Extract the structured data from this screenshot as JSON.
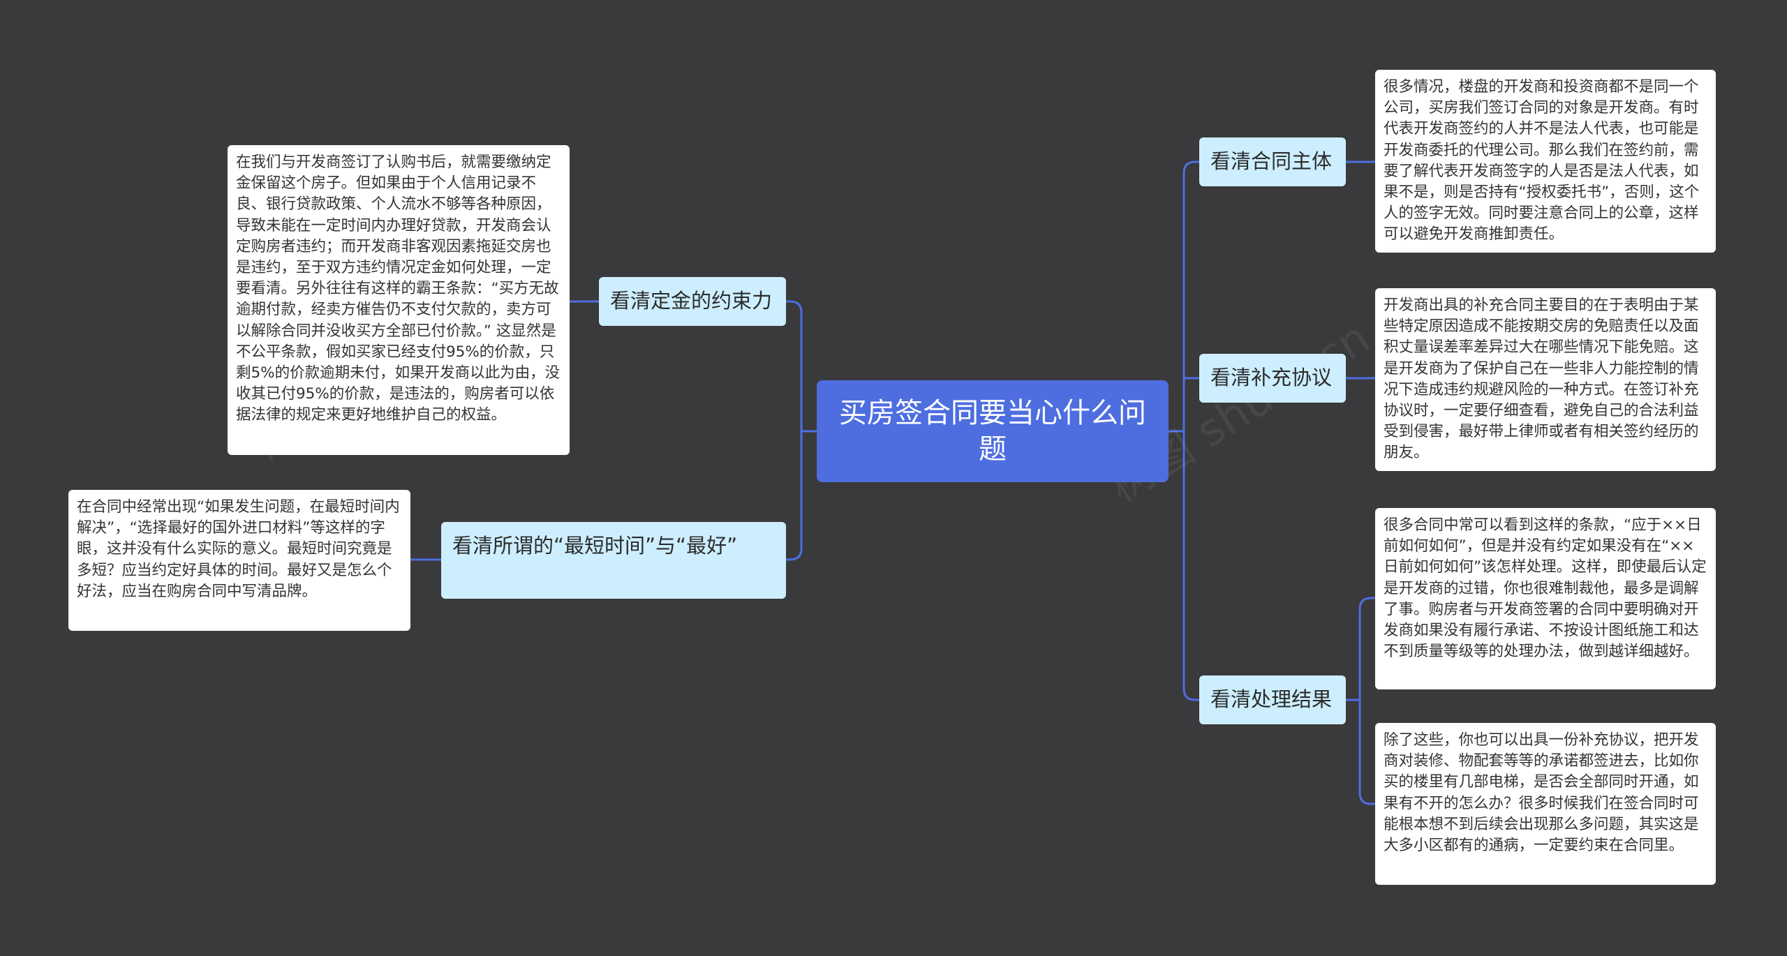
{
  "map": {
    "title": "买房签合同要当心什么问题",
    "branches": [
      {
        "label": "看清定金的约束力",
        "notes": [
          "在我们与开发商签订了认购书后，就需要缴纳定金保留这个房子。但如果由于个人信用记录不良、银行贷款政策、个人流水不够等各种原因，导致未能在一定时间内办理好贷款，开发商会认定购房者违约；而开发商非客观因素拖延交房也是违约，至于双方违约情况定金如何处理，一定要看清。另外往往有这样的霸王条款：“买方无故逾期付款，经卖方催告仍不支付欠款的，卖方可以解除合同并没收买方全部已付价款。” 这显然是不公平条款，假如买家已经支付95%的价款，只剩5%的价款逾期未付，如果开发商以此为由，没收其已付95%的价款，是违法的，购房者可以依据法律的规定来更好地维护自己的权益。"
        ]
      },
      {
        "label": "看清所谓的“最短时间”与“最好”",
        "notes": [
          "在合同中经常出现“如果发生问题，在最短时间内解决”，“选择最好的国外进口材料”等这样的字眼，这并没有什么实际的意义。最短时间究竟是多短？应当约定好具体的时间。最好又是怎么个好法，应当在购房合同中写清品牌。"
        ]
      },
      {
        "label": "看清合同主体",
        "notes": [
          "很多情况，楼盘的开发商和投资商都不是同一个公司，买房我们签订合同的对象是开发商。有时代表开发商签约的人并不是法人代表，也可能是开发商委托的代理公司。那么我们在签约前，需要了解代表开发商签字的人是否是法人代表，如果不是，则是否持有“授权委托书”，否则，这个人的签字无效。同时要注意合同上的公章，这样可以避免开发商推卸责任。"
        ]
      },
      {
        "label": "看清补充协议",
        "notes": [
          "开发商出具的补充合同主要目的在于表明由于某些特定原因造成不能按期交房的免赔责任以及面积丈量误差率差异过大在哪些情况下能免赔。这是开发商为了保护自己在一些非人力能控制的情况下造成违约规避风险的一种方式。在签订补充协议时，一定要仔细查看，避免自己的合法利益受到侵害，最好带上律师或者有相关签约经历的朋友。"
        ]
      },
      {
        "label": "看清处理结果",
        "notes": [
          "很多合同中常可以看到这样的条款，“应于××日前如何如何”，但是并没有约定如果没有在“××日前如何如何”该怎样处理。这样，即使最后认定是开发商的过错，你也很难制裁他，最多是调解了事。购房者与开发商签署的合同中要明确对开发商如果没有履行承诺、不按设计图纸施工和达不到质量等级等的处理办法，做到越详细越好。",
          "除了这些，你也可以出具一份补充协议，把开发商对装修、物配套等等的承诺都签进去，比如你买的楼里有几部电梯，是否会全部同时开通，如果有不开的怎么办？很多时候我们在签合同时可能根本想不到后续会出现那么多问题，其实这是大多小区都有的通病，一定要约束在合同里。"
        ]
      }
    ]
  },
  "colors": {
    "background": "#3a393b",
    "root": "#4e6ee0",
    "branch": "#cdeefe",
    "leaf": "#ffffff",
    "connector": "#4e6ee0"
  }
}
